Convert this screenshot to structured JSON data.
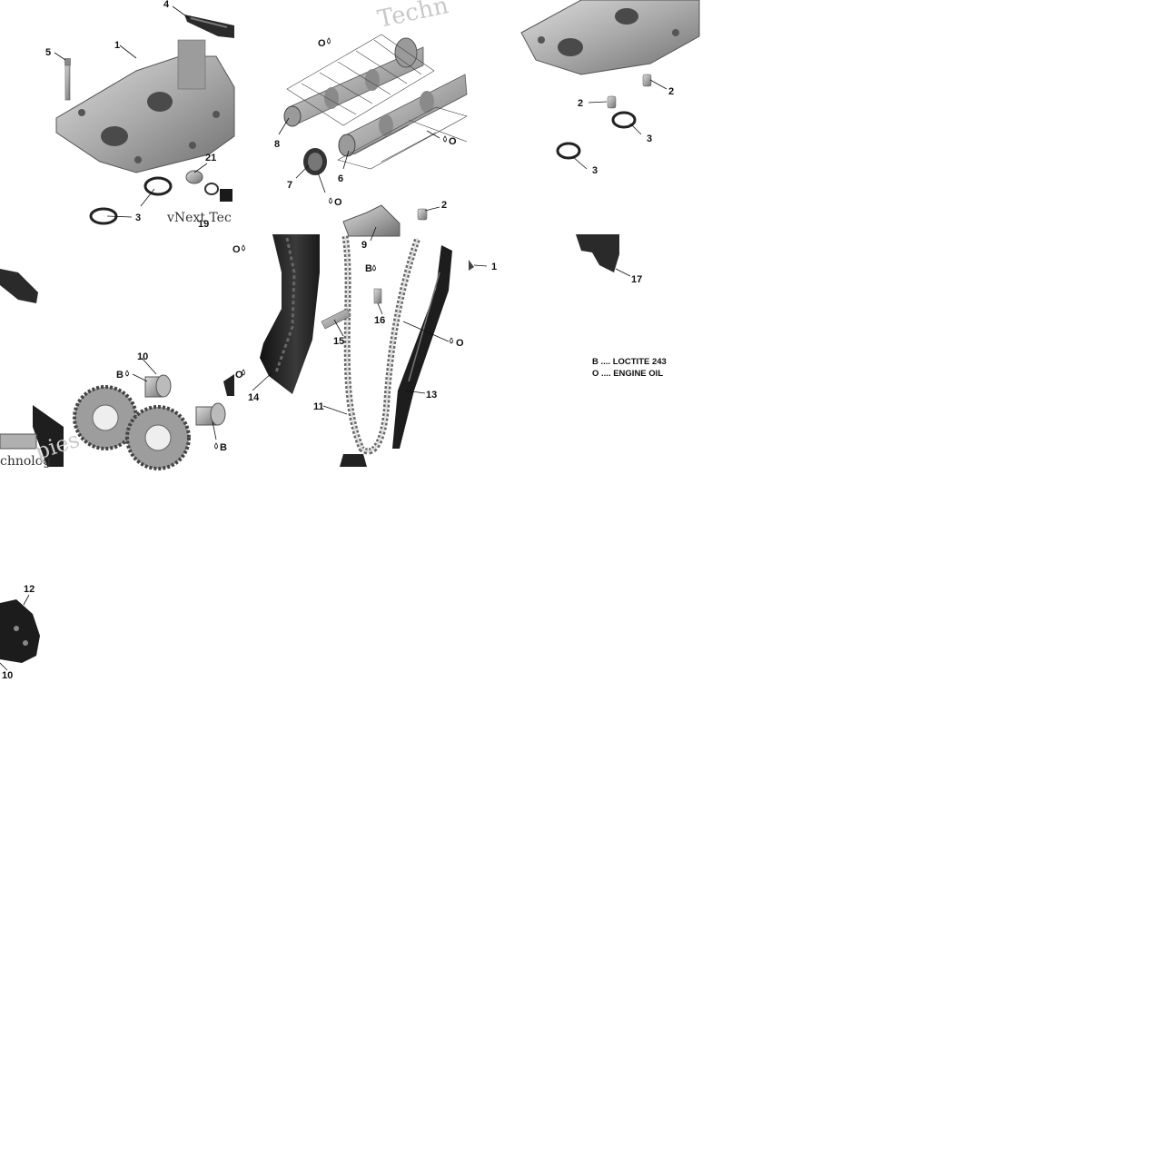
{
  "callouts": {
    "c1": "1",
    "c1b": "1",
    "c2": "2",
    "c2b": "2",
    "c2c": "2",
    "c3": "3",
    "c3b": "3",
    "c3c": "3",
    "c4": "4",
    "c5": "5",
    "c6": "6",
    "c7": "7",
    "c8": "8",
    "c9": "9",
    "c10": "10",
    "c10b": "10",
    "c11": "11",
    "c12": "12",
    "c13": "13",
    "c14": "14",
    "c15": "15",
    "c16": "16",
    "c17": "17",
    "c19": "19",
    "c21": "21"
  },
  "markers": {
    "oil": "O",
    "loctite": "B"
  },
  "legend": {
    "loctite": "B .... LOCTITE 243",
    "engine_oil": "O .... ENGINE OIL"
  },
  "watermarks": {
    "w1": "Techn",
    "w2": "vNext Tec",
    "w3": "chnolog",
    "w4": "pies"
  },
  "colors": {
    "part_light": "#b8b8b8",
    "part_mid": "#8a8a8a",
    "part_dark": "#2a2a2a",
    "line": "#111111"
  }
}
